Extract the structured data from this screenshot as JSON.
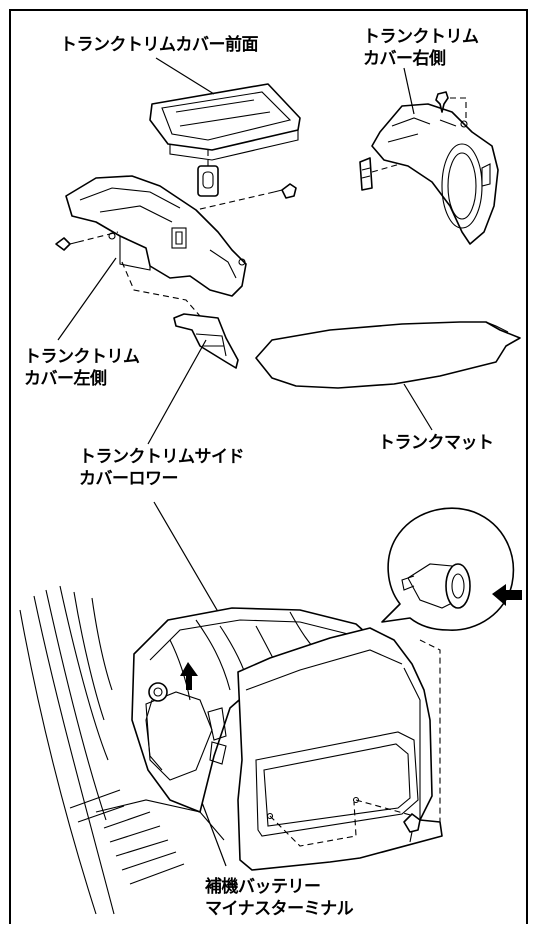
{
  "labels": {
    "front_cover": "トランクトリムカバー前面",
    "right_cover_line1": "トランクトリム",
    "right_cover_line2": "カバー右側",
    "left_cover_line1": "トランクトリム",
    "left_cover_line2": "カバー左側",
    "trunk_mat": "トランクマット",
    "side_lower_line1": "トランクトリムサイド",
    "side_lower_line2": "カバーロワー",
    "battery_line1": "補機バッテリー",
    "battery_line2": "マイナスターミナル"
  },
  "colors": {
    "line": "#000000",
    "background": "#ffffff"
  },
  "icons": {
    "arrow": "filled-arrow-icon",
    "clip": "push-clip-icon",
    "screw": "screw-icon"
  }
}
